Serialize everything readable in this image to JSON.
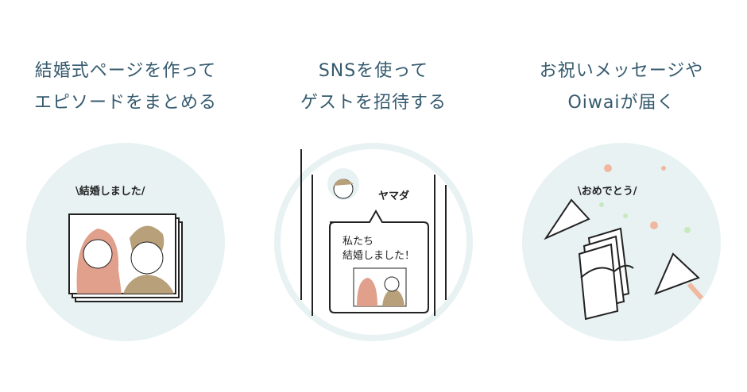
{
  "features": [
    {
      "title_line1": "結婚式ページを作って",
      "title_line2": "エピソードをまとめる",
      "illustration_caption": "\\結婚しました/"
    },
    {
      "title_line1": "SNSを使って",
      "title_line2": "ゲストを招待する",
      "post_user": "ヤマダ",
      "post_text_line1": "私たち",
      "post_text_line2": "結婚しました！"
    },
    {
      "title_line1": "お祝いメッセージや",
      "title_line2": "Oiwaiが届く",
      "illustration_caption": "\\おめでとう/"
    }
  ],
  "colors": {
    "title": "#355a6e",
    "circle": "#e8f2f3",
    "hair_female": "#e0a08c",
    "hair_male": "#b8a07a"
  }
}
